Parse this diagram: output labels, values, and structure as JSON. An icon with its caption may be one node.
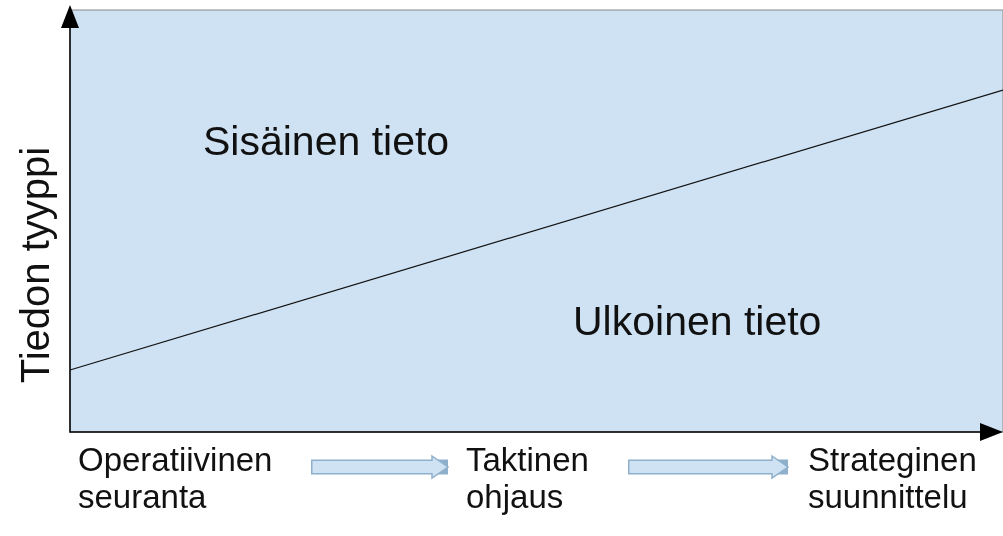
{
  "diagram": {
    "nodes": [
      {
        "text": [
          "Operatiivinen seuranta"
        ]
      },
      {
        "text": [
          "Taktinen ohjaus"
        ]
      },
      {
        "text": [
          "Strateginen suunnittelu"
        ]
      }
    ],
    "edges": [
      {
        "from": 0,
        "to": 1,
        "arrow": "to"
      },
      {
        "from": 1,
        "to": 2,
        "arrow": "to"
      }
    ],
    "labels": [
      "Tiedon tyyppi",
      "Sisäinen tieto",
      "Ulkoinen tieto"
    ]
  }
}
